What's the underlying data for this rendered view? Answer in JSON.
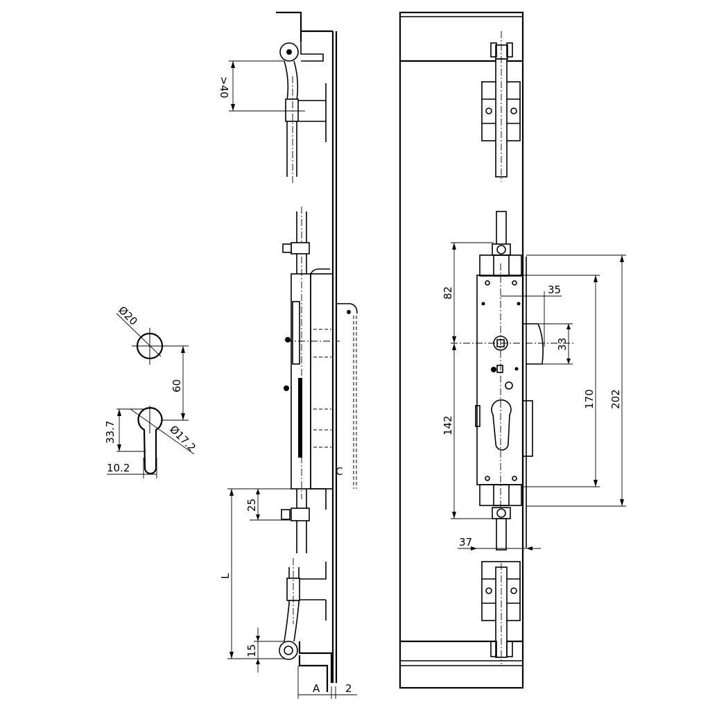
{
  "drawing": {
    "title": "Multipoint espagnolette lock – technical drawing",
    "views": [
      "side-view",
      "front-view",
      "cylinder-cutout-detail"
    ]
  },
  "side_view": {
    "dims": {
      "handle_offset": ">40",
      "rod_clamp_spacing": "25",
      "length": "L",
      "roller_offset": "15",
      "offset_a": "A",
      "thickness": "2",
      "swing_mark": "C"
    }
  },
  "cylinder_detail": {
    "dims": {
      "hole_diameter": "Ø20",
      "center_distance": "60",
      "profile_height": "33.7",
      "profile_diameter": "Ø17.2",
      "profile_width": "10.2"
    }
  },
  "front_view": {
    "dims": {
      "upper_to_center": "82",
      "backset": "35",
      "latch_height": "33",
      "center_to_lower": "142",
      "case_height": "170",
      "faceplate_height": "202",
      "rod_offset": "37"
    }
  }
}
